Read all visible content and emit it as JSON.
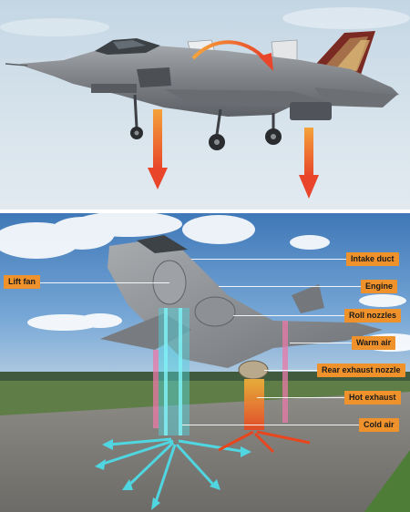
{
  "callouts": {
    "lift_fan": "Lift fan",
    "intake_duct": "Intake duct",
    "engine": "Engine",
    "roll_nozzles": "Roll nozzles",
    "warm_air": "Warm air",
    "rear_exhaust_nozzle": "Rear exhaust nozzle",
    "hot_exhaust": "Hot exhaust",
    "cold_air": "Cold air"
  },
  "colors": {
    "callout_bg": "#f0922c",
    "thrust_arrow": "#e8452a",
    "cold_air": "#4fd6e0",
    "warm_air": "#e87aa8",
    "hot_exhaust": "#e8461e"
  },
  "icons": {
    "top_curve_arrow": "curved-arrow-icon",
    "thrust_arrows": "down-arrow-icon"
  }
}
